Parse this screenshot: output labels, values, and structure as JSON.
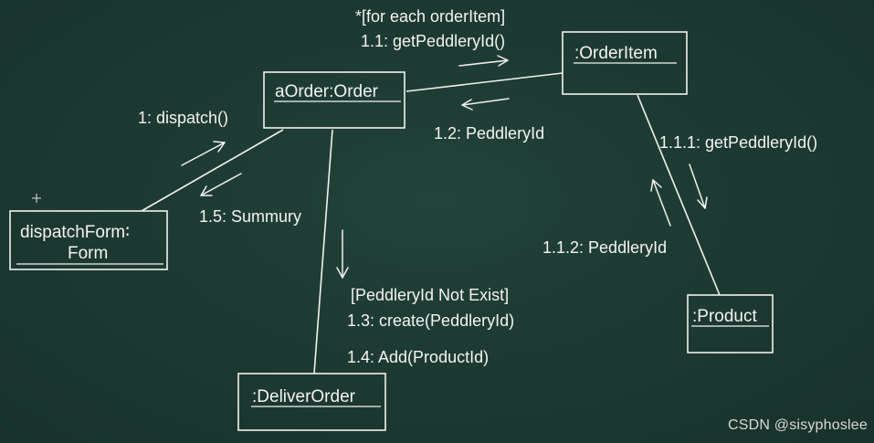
{
  "objects": {
    "order": "aOrder:Order",
    "order_item": ":OrderItem",
    "dispatch_form_line1": "dispatchForm∶",
    "dispatch_form_line2": "Form",
    "product": ":Product",
    "deliver_order": ":DeliverOrder"
  },
  "messages": {
    "for_each": "*[for each orderItem]",
    "get_peddlery_id": "1.1: getPeddleryId()",
    "peddlery_id_return": "1.2: PeddleryId",
    "dispatch": "1: dispatch()",
    "summury": "1.5: Summury",
    "get_peddlery_id_nested": "1.1.1: getPeddleryId()",
    "peddlery_id_nested_return": "1.1.2: PeddleryId",
    "not_exist_guard": "[PeddleryId Not Exist]",
    "create": "1.3: create(PeddleryId)",
    "add": "1.4: Add(ProductId)"
  },
  "watermark": "CSDN @sisyphoslee"
}
